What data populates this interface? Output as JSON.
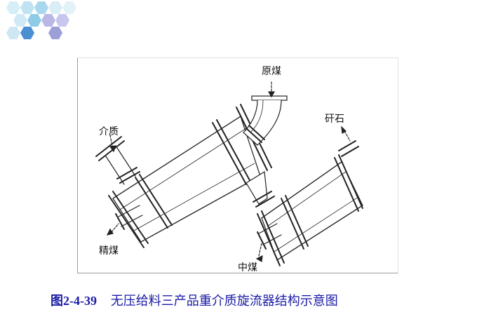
{
  "diagram": {
    "labels": {
      "raw_coal": "原煤",
      "medium": "介质",
      "gangue": "矸石",
      "clean_coal": "精煤",
      "middlings": "中煤"
    }
  },
  "caption": {
    "number": "图2-4-39",
    "text": "无压给料三产品重介质旋流器结构示意图"
  },
  "colors": {
    "caption": "#1a1aa6",
    "hex_decor_1": "#bfe3f2",
    "hex_decor_2": "#8fcbe6",
    "hex_decor_3": "#b9b7e6",
    "hex_decor_4": "#4a8fd1"
  }
}
